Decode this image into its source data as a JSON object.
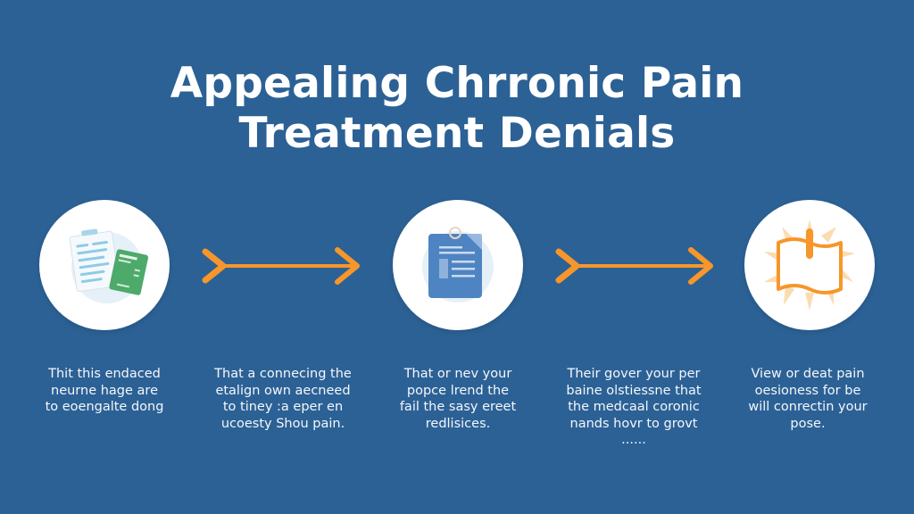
{
  "title": {
    "line1": "Appealing Chrronic Pain",
    "line2": "Treatment Denials"
  },
  "colors": {
    "background": "#2c6195",
    "accent_orange": "#f7962a",
    "circle_fill": "#ffffff",
    "text": "#ffffff"
  },
  "steps": [
    {
      "icon": "documents-icon",
      "lines": [
        "Thit this endaced",
        "neurne hage are",
        "to eoengalte dong"
      ]
    },
    {
      "icon": "arrow-right-icon",
      "lines": [
        "That a connecing the",
        "etalign own aecneed",
        "to tiney :a eper en",
        "ucoesty Shou pain."
      ]
    },
    {
      "icon": "clipboard-icon",
      "lines": [
        "That or nev your",
        "popce lrend the",
        "fail the sasy ereet",
        "redlisices."
      ]
    },
    {
      "icon": "arrow-right-icon",
      "lines": [
        "Their gover your per",
        "baine olstiessne that",
        "the medcaal coronic",
        "nands hovr to grovt",
        "......"
      ]
    },
    {
      "icon": "map-flag-icon",
      "lines": [
        "View or deat pain",
        "oesioness for be",
        "will conrectin your",
        "pose."
      ]
    }
  ]
}
